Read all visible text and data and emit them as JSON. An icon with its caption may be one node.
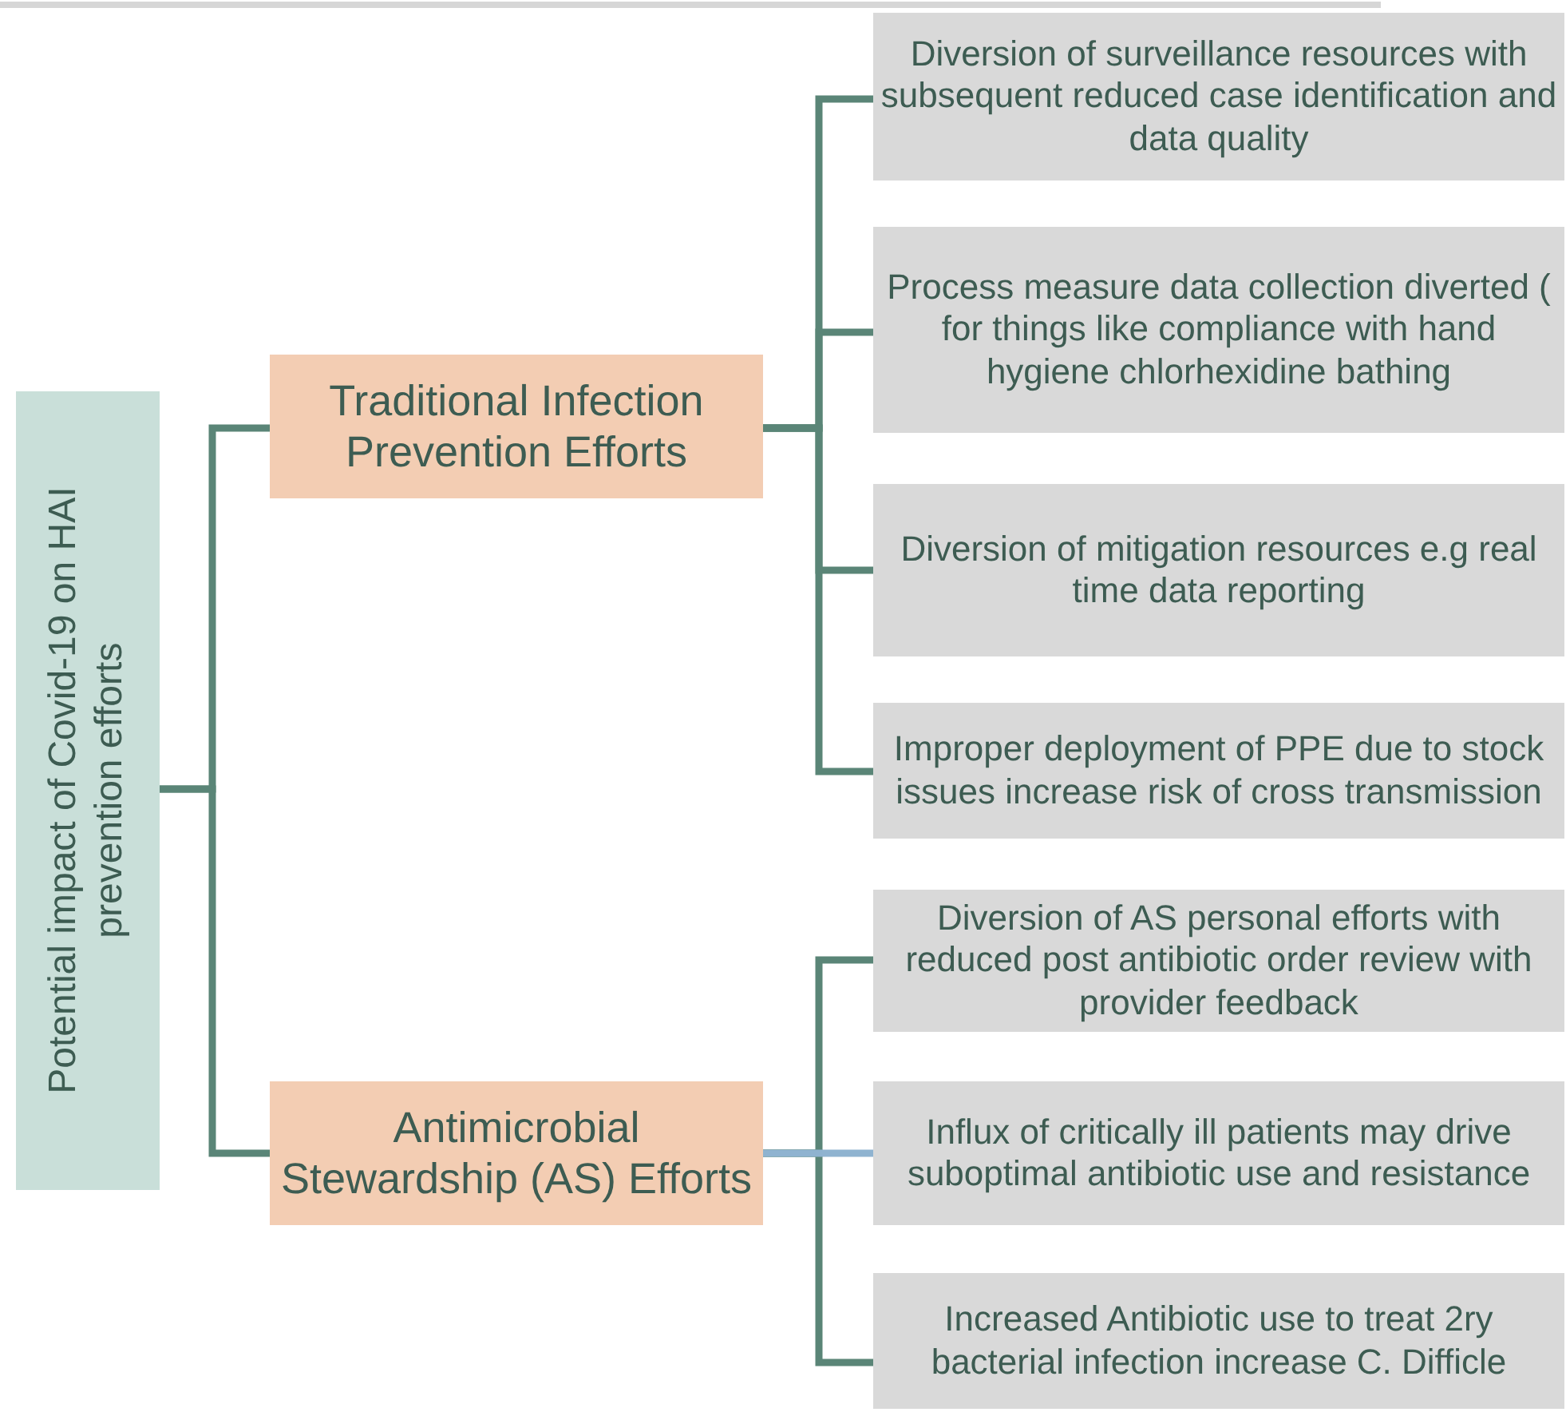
{
  "diagram": {
    "nodes": [
      {
        "text": [
          "Potential impact of Covid-19 on HAI prevention efforts"
        ]
      },
      {
        "text": [
          "Traditional Infection Prevention Efforts"
        ]
      },
      {
        "text": [
          "Antimicrobial Stewardship (AS) Efforts"
        ]
      },
      {
        "text": [
          "Diversion of surveillance resources with subsequent reduced case identification and data quality"
        ]
      },
      {
        "text": [
          "Process measure data collection diverted ( for things like compliance with hand hygiene  chlorhexidine bathing"
        ]
      },
      {
        "text": [
          "Diversion of mitigation resources e.g real time data reporting"
        ]
      },
      {
        "text": [
          "Improper deployment of PPE due to stock issues increase  risk of cross transmission"
        ]
      },
      {
        "text": [
          "Diversion of AS personal efforts with reduced post antibiotic order  review with provider  feedback"
        ]
      },
      {
        "text": [
          "Influx of critically ill patients may drive suboptimal antibiotic use and resistance"
        ]
      },
      {
        "text": [
          "Increased Antibiotic use to treat 2ry bacterial infection increase C. Difficle"
        ]
      }
    ],
    "edges": [
      {
        "from": 0,
        "to": 1,
        "arrow": "none"
      },
      {
        "from": 0,
        "to": 2,
        "arrow": "none"
      },
      {
        "from": 1,
        "to": 3,
        "arrow": "none"
      },
      {
        "from": 1,
        "to": 4,
        "arrow": "none"
      },
      {
        "from": 1,
        "to": 5,
        "arrow": "none"
      },
      {
        "from": 1,
        "to": 6,
        "arrow": "none"
      },
      {
        "from": 2,
        "to": 7,
        "arrow": "none"
      },
      {
        "from": 2,
        "to": 8,
        "arrow": "none",
        "color": "#8fb3d0"
      },
      {
        "from": 2,
        "to": 9,
        "arrow": "none"
      }
    ]
  }
}
